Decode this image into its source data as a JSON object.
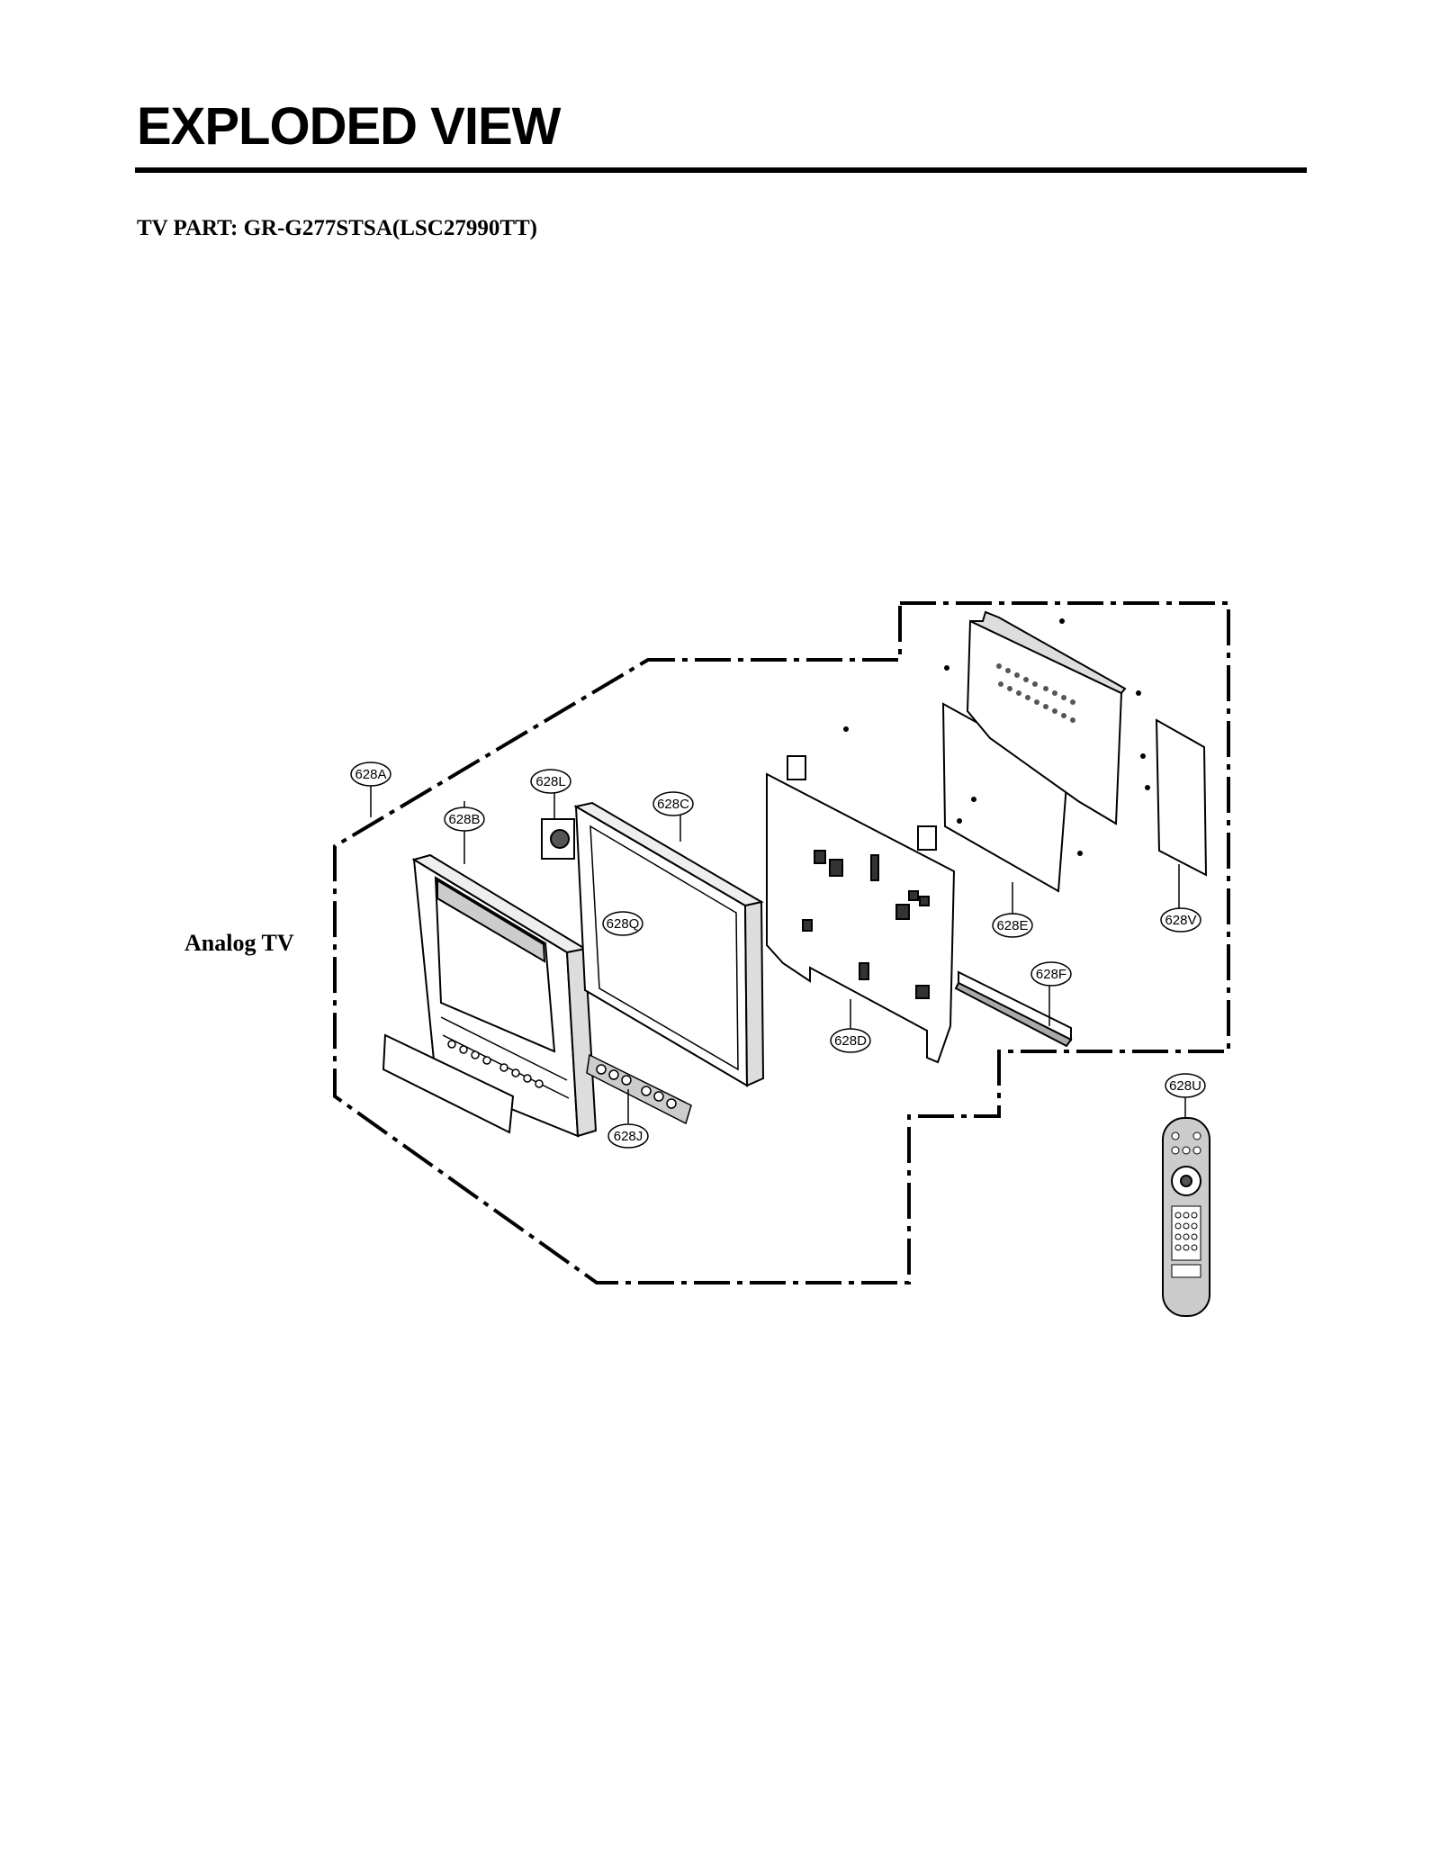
{
  "header": {
    "title": "EXPLODED VIEW",
    "subtitle": "TV PART: GR-G277STSA(LSC27990TT)"
  },
  "diagram": {
    "group_label": "Analog TV",
    "callouts": [
      {
        "id": "628A",
        "label": "628A"
      },
      {
        "id": "628B",
        "label": "628B"
      },
      {
        "id": "628L",
        "label": "628L"
      },
      {
        "id": "628C",
        "label": "628C"
      },
      {
        "id": "628Q",
        "label": "628Q"
      },
      {
        "id": "628J",
        "label": "628J"
      },
      {
        "id": "628D",
        "label": "628D"
      },
      {
        "id": "628E",
        "label": "628E"
      },
      {
        "id": "628F",
        "label": "628F"
      },
      {
        "id": "628V",
        "label": "628V"
      },
      {
        "id": "628U",
        "label": "628U"
      }
    ]
  }
}
